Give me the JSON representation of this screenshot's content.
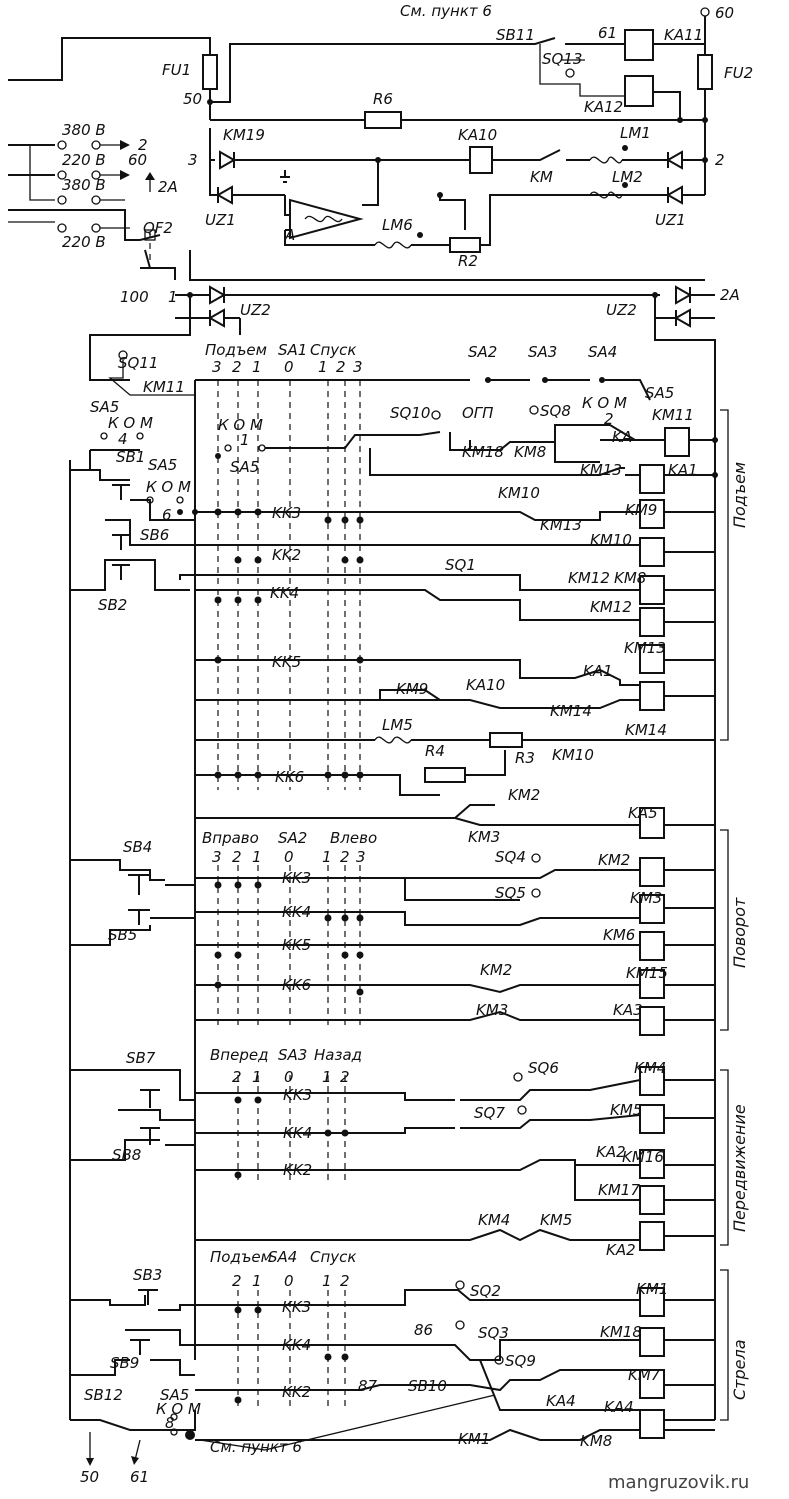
{
  "top": {
    "see_point": "См. пункт 6",
    "fu1": "FU1",
    "fu2": "FU2",
    "n60": "60",
    "n50": "50",
    "n61": "61",
    "sb11": "SB11",
    "sq13": "SQ13",
    "ka11": "KA11",
    "ka12": "KA12",
    "r6": "R6",
    "km19": "KM19",
    "ka10": "KA10",
    "lm1": "LM1",
    "lm2": "LM2",
    "km": "KM",
    "uz1": "UZ1",
    "a": "A",
    "lm6": "LM6",
    "r2": "R2",
    "n3": "3",
    "n2": "2",
    "n2a": "2A",
    "n100": "100",
    "n1": "1",
    "qf2": "QF2",
    "uz2": "UZ2"
  },
  "supply": {
    "v380a": "380 В",
    "v220a": "220 В",
    "v380b": "380 В",
    "v220b": "220 В",
    "to2": "2",
    "to60": "60",
    "to2a": "2A"
  },
  "hoist": {
    "section": "Подъем",
    "sq11": "SQ11",
    "km11a": "KM11",
    "sa1_left": "Подъем",
    "sa1": "SA1",
    "sa1_right": "Спуск",
    "pos_l": [
      "3",
      "2",
      "1"
    ],
    "pos_0": "0",
    "pos_r": [
      "1",
      "2",
      "3"
    ],
    "sa2": "SA2",
    "sa3": "SA3",
    "sa4": "SA4",
    "sa5": "SA5",
    "kom": "К О М",
    "n4": "4",
    "n1": "1",
    "n2": "2",
    "n6": "6",
    "sq10": "SQ10",
    "ogp": "ОГП",
    "sq8": "SQ8",
    "km11": "KM11",
    "ka": "KA",
    "km18": "KM18",
    "km8": "KM8",
    "km13": "KM13",
    "ka1": "KA1",
    "sb1": "SB1",
    "sb6": "SB6",
    "sb2": "SB2",
    "km10": "KM10",
    "km9": "KM9",
    "kk3": "KK3",
    "kk2": "KK2",
    "kk4": "KK4",
    "kk5": "KK5",
    "kk6": "KK6",
    "sq1": "SQ1",
    "km12": "KM12",
    "ka10": "KA10",
    "km14": "KM14",
    "lm5": "LM5",
    "r4": "R4",
    "r3": "R3",
    "km2": "KM2",
    "km3": "KM3",
    "ka5": "KA5"
  },
  "slew": {
    "section": "Поворот",
    "left": "Вправо",
    "sa2": "SA2",
    "right": "Влево",
    "sb4": "SB4",
    "sb5": "SB5",
    "sq4": "SQ4",
    "sq5": "SQ5",
    "km2": "KM2",
    "km3": "KM3",
    "km6": "KM6",
    "km15": "KM15",
    "ka3": "KA3",
    "kk3": "KK3",
    "kk4": "KK4",
    "kk5": "KK5",
    "kk6": "KK6"
  },
  "travel": {
    "section": "Передвижение",
    "left": "Вперед",
    "sa3": "SA3",
    "right": "Назад",
    "sb7": "SB7",
    "sb8": "SB8",
    "sq6": "SQ6",
    "sq7": "SQ7",
    "ka2": "KA2",
    "km4": "KM4",
    "km5": "KM5",
    "km16": "KM16",
    "km17": "KM17",
    "kk3": "KK3",
    "kk4": "KK4",
    "kk2": "KK2"
  },
  "boom": {
    "section": "Стрела",
    "left": "Подъем",
    "sa4": "SA4",
    "right": "Спуск",
    "sb3": "SB3",
    "sb9": "SB9",
    "sb12": "SB12",
    "sb10": "SB10",
    "sq2": "SQ2",
    "sq3": "SQ3",
    "sq9": "SQ9",
    "ka4": "KA4",
    "km1": "KM1",
    "km18": "KM18",
    "km7": "KM7",
    "km8": "KM8",
    "n86": "86",
    "n87": "87",
    "n8": "8",
    "n50": "50",
    "n61": "61",
    "sa5": "SA5",
    "kom": "К О М",
    "see_point": "См. пункт 6",
    "kk3": "KK3",
    "kk4": "KK4",
    "kk2": "KK2"
  },
  "watermark": "mangruzovik.ru"
}
